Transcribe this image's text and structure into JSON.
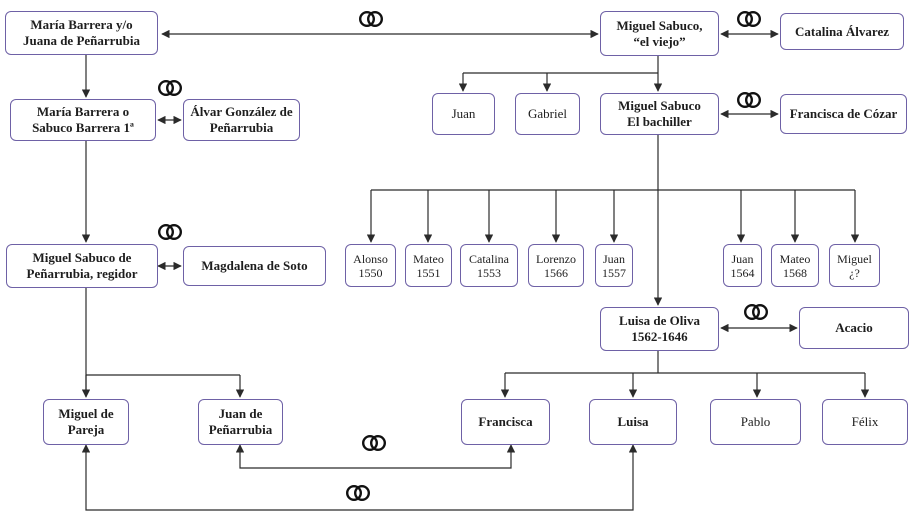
{
  "nodes": {
    "maria_barrera_juana": "María Barrera y/o\nJuana de Peñarrubia",
    "miguel_sabuco_viejo": "Miguel Sabuco,\n“el viejo”",
    "catalina_alvarez": "Catalina Álvarez",
    "maria_barrera_sabuco": "María Barrera o\nSabuco Barrera 1ª",
    "alvar_gonzalez": "Álvar González de\nPeñarrubia",
    "juan": "Juan",
    "gabriel": "Gabriel",
    "miguel_sabuco_bachiller": "Miguel Sabuco\nEl bachiller",
    "francisca_cozar": "Francisca de Cózar",
    "miguel_sabuco_regidor": "Miguel Sabuco de\nPeñarrubia, regidor",
    "magdalena_soto": "Magdalena de Soto",
    "alonso": "Alonso\n1550",
    "mateo_1551": "Mateo\n1551",
    "catalina_1553": "Catalina\n1553",
    "lorenzo": "Lorenzo\n1566",
    "juan_1557": "Juan\n1557",
    "juan_1564": "Juan\n1564",
    "mateo_1568": "Mateo\n1568",
    "miguel_q": "Miguel\n¿?",
    "luisa_oliva": "Luisa de Oliva\n1562-1646",
    "acacio": "Acacio",
    "miguel_pareja": "Miguel de\nPareja",
    "juan_penarrubia": "Juan de\nPeñarrubia",
    "francisca": "Francisca",
    "luisa": "Luisa",
    "pablo": "Pablo",
    "felix": "Félix"
  },
  "icons": {
    "marriage": "wedding-rings-icon"
  },
  "colors": {
    "border": "#6e61a6",
    "line": "#2b2b2b",
    "text": "#1e1e1e"
  }
}
